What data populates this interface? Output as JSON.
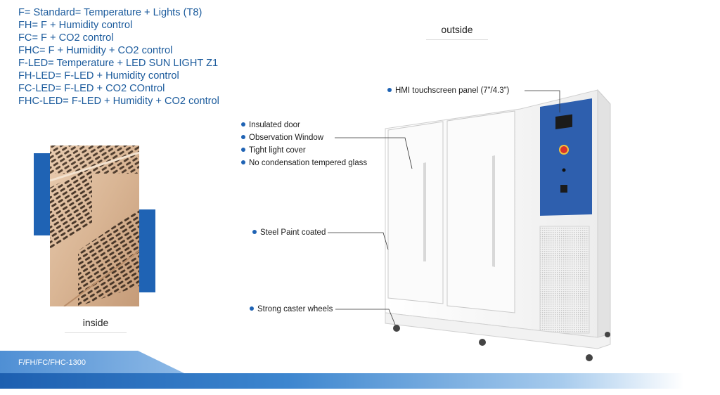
{
  "models": [
    "F= Standard= Temperature + Lights (T8)",
    "FH= F + Humidity control",
    "FC= F + CO2 control",
    "FHC= F + Humidity + CO2 control",
    "F-LED= Temperature + LED SUN LIGHT Z1",
    "FH-LED= F-LED + Humidity control",
    "FC-LED= F-LED + CO2 COntrol",
    "FHC-LED= F-LED + Humidity + CO2 control"
  ],
  "captions": {
    "outside": "outside",
    "inside": "inside"
  },
  "callouts": {
    "hmi": "HMI touchscreen panel (7”/4.3”)",
    "door": "Insulated door",
    "window": "Observation Window",
    "light_cover": "Tight light cover",
    "glass": "No condensation tempered glass",
    "paint": "Steel Paint coated",
    "wheels": "Strong caster wheels"
  },
  "banner": {
    "model": "F/FH/FC/FHC-1300"
  },
  "colors": {
    "brand_blue": "#1f63b4",
    "text_blue": "#1a5a9c"
  }
}
